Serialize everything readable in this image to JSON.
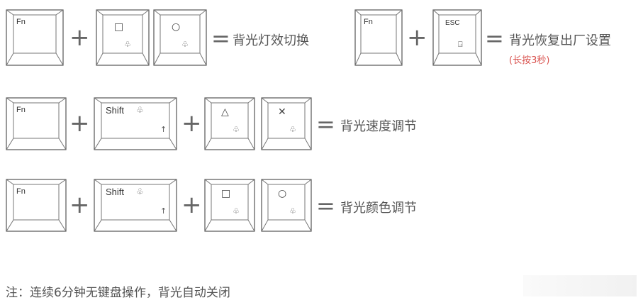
{
  "rows": [
    {
      "keys": [
        {
          "label": "Fn",
          "icon": "",
          "sub_icon": ""
        },
        {
          "label": "",
          "icon": "square-icon",
          "sub_icon": "backlight-icon"
        },
        {
          "label": "",
          "icon": "circle-icon",
          "sub_icon": "backlight-icon"
        }
      ],
      "description": "背光灯效切换"
    },
    {
      "keys": [
        {
          "label": "Fn",
          "icon": "",
          "sub_icon": ""
        },
        {
          "label": "ESC",
          "icon": "",
          "sub_icon": "reset-icon"
        }
      ],
      "description": "背光恢复出厂设置",
      "note": "(长按3秒)"
    },
    {
      "keys": [
        {
          "label": "Fn",
          "icon": "",
          "sub_icon": ""
        },
        {
          "label": "Shift",
          "icon": "",
          "sub_icon": "up-arrow-icon"
        },
        {
          "label": "",
          "icon": "triangle-icon",
          "sub_icon": "backlight-icon"
        },
        {
          "label": "",
          "icon": "cross-icon",
          "sub_icon": "backlight-icon"
        }
      ],
      "description": "背光速度调节"
    },
    {
      "keys": [
        {
          "label": "Fn",
          "icon": "",
          "sub_icon": ""
        },
        {
          "label": "Shift",
          "icon": "",
          "sub_icon": "up-arrow-icon"
        },
        {
          "label": "",
          "icon": "square-icon",
          "sub_icon": "backlight-icon"
        },
        {
          "label": "",
          "icon": "circle-icon",
          "sub_icon": "backlight-icon"
        }
      ],
      "description": "背光颜色调节"
    }
  ],
  "footnote": "注：连续6分钟无键盘操作，背光自动关闭"
}
